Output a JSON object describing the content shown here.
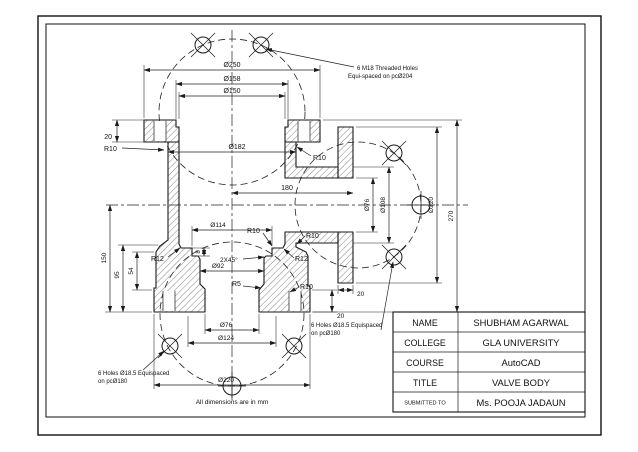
{
  "drawing": {
    "notes": {
      "thread_note_line1": "6 M18 Threaded Holes",
      "thread_note_line2": "Equi-spaced on pcØ204",
      "holes_note_line1": "6 Holes Ø18.5 Equispaced",
      "holes_note_line2": "on pcØ180",
      "units_note": "All dimensions are in mm"
    },
    "dims": {
      "dia250": "Ø250",
      "dia158": "Ø158",
      "dia150": "Ø150",
      "t20_top": "20",
      "r10_top_left": "R10",
      "dia182": "Ø182",
      "r10_top_right": "R10",
      "len180": "180",
      "dia76_side": "Ø76",
      "dia108": "Ø108",
      "dia220_side": "Ø220",
      "h270": "270",
      "dia114": "Ø114",
      "depth8": "8",
      "r10_recess": "R10",
      "r12_left": "R12",
      "r12_right": "R12",
      "chamfer": "2X45°",
      "dia92": "Ø92",
      "r5": "R5",
      "r10_mid_right": "R10",
      "r10_low_right": "R10",
      "h150": "150",
      "h95": "95",
      "h54": "54",
      "t20_side_flange": "20",
      "t20_bottom_flange": "20",
      "dia76_bottom": "Ø76",
      "dia124": "Ø124",
      "dia220_bottom": "Ø220"
    }
  },
  "title_block": {
    "rows": [
      {
        "label": "NAME",
        "value": "SHUBHAM AGARWAL"
      },
      {
        "label": "COLLEGE",
        "value": "GLA UNIVERSITY"
      },
      {
        "label": "COURSE",
        "value": "AutoCAD"
      },
      {
        "label": "TITLE",
        "value": "VALVE BODY"
      },
      {
        "label": "SUBMITTED TO",
        "value": "Ms. POOJA JADAUN"
      }
    ]
  },
  "colors": {
    "ink": "#1a1a1a",
    "paper": "#ffffff"
  }
}
